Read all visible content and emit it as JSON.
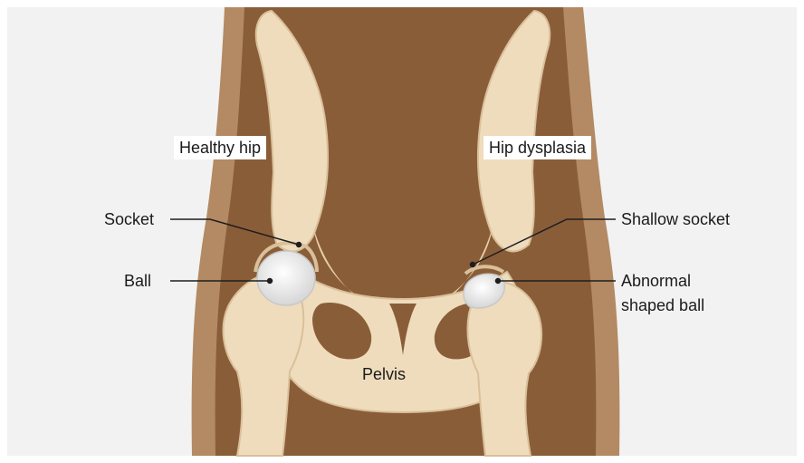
{
  "diagram": {
    "labels": {
      "healthy_hip": "Healthy hip",
      "hip_dysplasia": "Hip dysplasia",
      "socket": "Socket",
      "ball": "Ball",
      "shallow_socket": "Shallow socket",
      "abnormal_line1": "Abnormal",
      "abnormal_line2": "shaped ball",
      "pelvis": "Pelvis"
    },
    "colors": {
      "background": "#f2f2f2",
      "body_dark": "#8a5d39",
      "body_light": "#b38a63",
      "bone": "#efdcbc",
      "bone_shade": "#d9c09a",
      "ball": "#e6e6e6",
      "line": "#1e1e1e"
    },
    "icons": [
      "healthy-hip-joint",
      "dysplastic-hip-joint",
      "pelvis-bone",
      "femur-bone"
    ]
  }
}
